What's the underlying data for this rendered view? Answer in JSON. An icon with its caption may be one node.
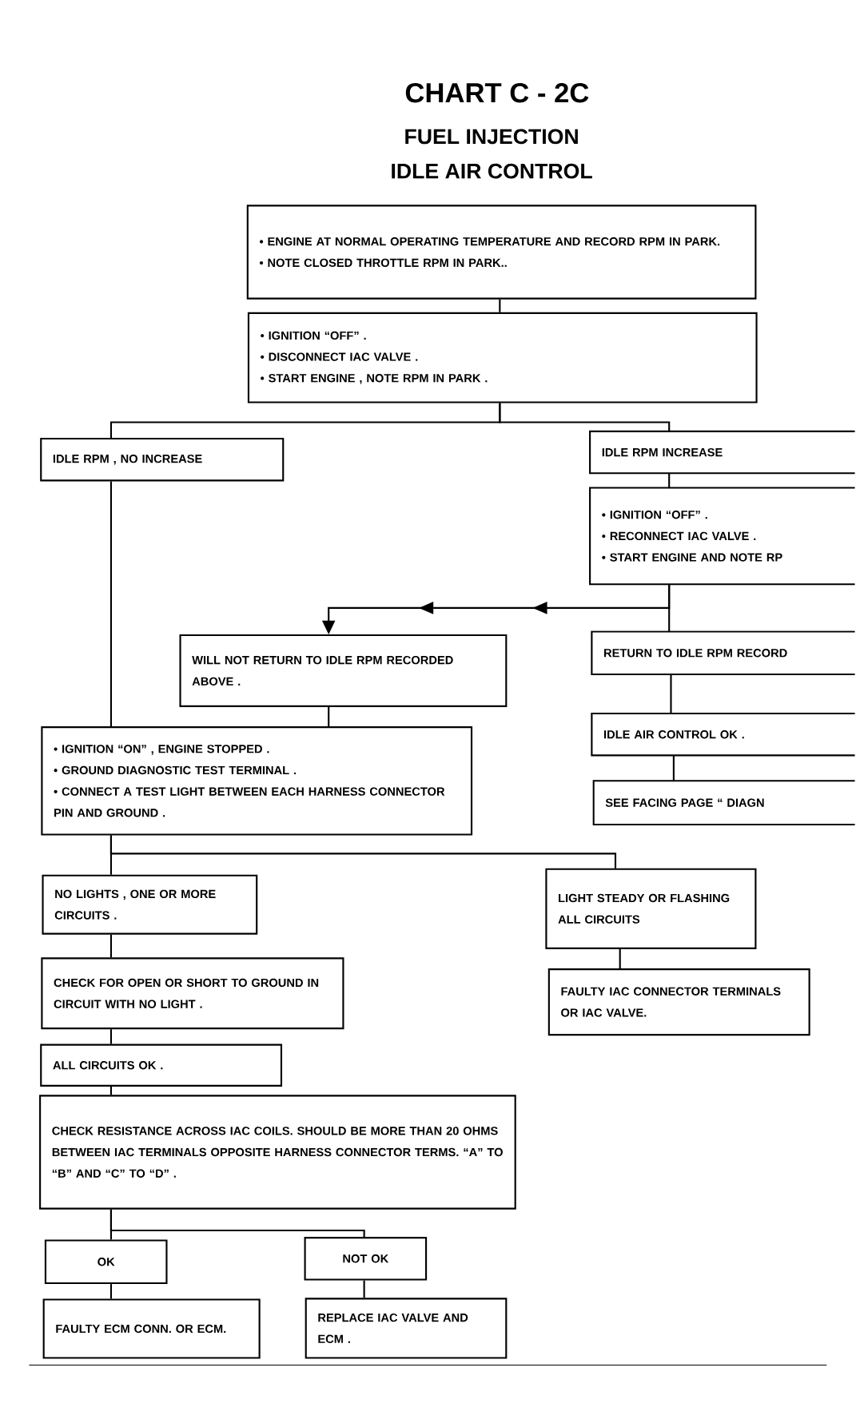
{
  "diagram": {
    "title": "CHART C - 2C",
    "nodes": [
      {
        "text": [
          "• ENGINE AT NORMAL OPERATING TEMPERATURE AND RECORD RPM IN PARK.",
          "• NOTE CLOSED THROTTLE RPM IN PARK.."
        ]
      },
      {
        "text": [
          "• IGNITION “OFF” .",
          "• DISCONNECT IAC VALVE .",
          "• START ENGINE , NOTE RPM IN PARK ."
        ]
      },
      {
        "text": [
          "IDLE RPM , NO INCREASE"
        ]
      },
      {
        "text": [
          "IDLE RPM INCREASE"
        ]
      },
      {
        "text": [
          "• IGNITION “OFF” .",
          "• RECONNECT IAC VALVE .",
          "• START ENGINE AND NOTE RP"
        ]
      },
      {
        "text": [
          "WILL NOT RETURN TO IDLE RPM RECORDED ABOVE ."
        ]
      },
      {
        "text": [
          "RETURN TO IDLE RPM RECORD"
        ]
      },
      {
        "text": [
          "IDLE AIR CONTROL OK ."
        ]
      },
      {
        "text": [
          "SEE FACING PAGE “ DIAGN"
        ]
      },
      {
        "text": [
          "• IGNITION “ON” , ENGINE STOPPED .",
          "• GROUND DIAGNOSTIC TEST TERMINAL .",
          "• CONNECT A TEST LIGHT BETWEEN EACH HARNESS CONNECTOR PIN AND GROUND ."
        ]
      },
      {
        "text": [
          "NO LIGHTS , ONE OR MORE CIRCUITS ."
        ]
      },
      {
        "text": [
          "LIGHT STEADY OR FLASHING ALL CIRCUITS"
        ]
      },
      {
        "text": [
          "CHECK FOR OPEN OR SHORT TO GROUND IN CIRCUIT WITH NO LIGHT ."
        ]
      },
      {
        "text": [
          "FAULTY IAC CONNECTOR TERMINALS OR IAC VALVE."
        ]
      },
      {
        "text": [
          "ALL CIRCUITS OK ."
        ]
      },
      {
        "text": [
          "CHECK RESISTANCE ACROSS IAC COILS. SHOULD BE MORE THAN 20 OHMS BETWEEN IAC TERMINALS OPPOSITE HARNESS CONNECTOR TERMS. “A” TO “B” AND “C” TO “D” ."
        ]
      },
      {
        "text": [
          "OK"
        ]
      },
      {
        "text": [
          "NOT OK"
        ]
      },
      {
        "text": [
          "FAULTY ECM CONN. OR ECM."
        ]
      },
      {
        "text": [
          "REPLACE IAC VALVE AND ECM ."
        ]
      }
    ],
    "edges": [
      {
        "from": 0,
        "to": 1,
        "arrow": "none"
      },
      {
        "from": 1,
        "to": 2,
        "arrow": "none"
      },
      {
        "from": 1,
        "to": 3,
        "arrow": "none"
      },
      {
        "from": 3,
        "to": 4,
        "arrow": "none"
      },
      {
        "from": 4,
        "to": 5,
        "arrow": "to"
      },
      {
        "from": 4,
        "to": 6,
        "arrow": "none"
      },
      {
        "from": 6,
        "to": 7,
        "arrow": "none"
      },
      {
        "from": 7,
        "to": 8,
        "arrow": "none"
      },
      {
        "from": 2,
        "to": 9,
        "arrow": "none"
      },
      {
        "from": 5,
        "to": 9,
        "arrow": "none"
      },
      {
        "from": 9,
        "to": 10,
        "arrow": "none"
      },
      {
        "from": 9,
        "to": 11,
        "arrow": "none"
      },
      {
        "from": 10,
        "to": 12,
        "arrow": "none"
      },
      {
        "from": 11,
        "to": 13,
        "arrow": "none"
      },
      {
        "from": 12,
        "to": 14,
        "arrow": "none"
      },
      {
        "from": 14,
        "to": 15,
        "arrow": "none"
      },
      {
        "from": 15,
        "to": 16,
        "arrow": "none"
      },
      {
        "from": 15,
        "to": 17,
        "arrow": "none"
      },
      {
        "from": 16,
        "to": 18,
        "arrow": "none"
      },
      {
        "from": 17,
        "to": 19,
        "arrow": "none"
      }
    ],
    "labels": [
      "FUEL INJECTION",
      "IDLE AIR CONTROL"
    ]
  }
}
